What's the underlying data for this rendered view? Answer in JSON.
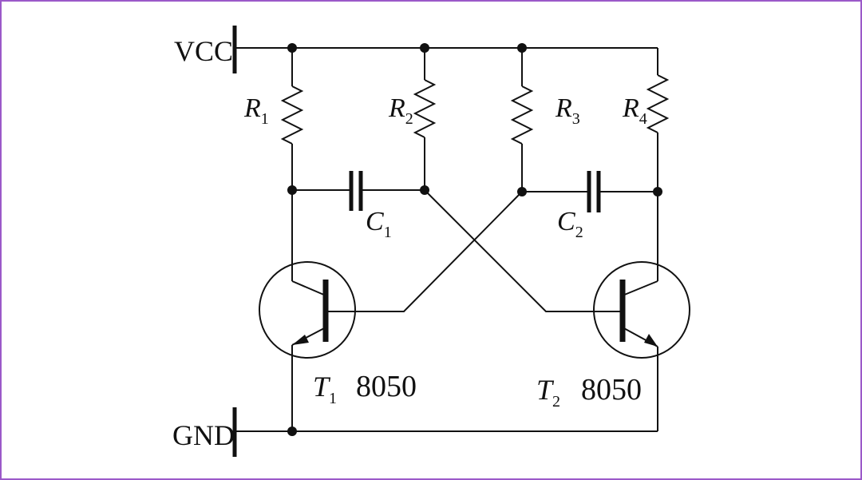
{
  "rails": {
    "vcc": "VCC",
    "gnd": "GND"
  },
  "resistors": [
    {
      "letter": "R",
      "sub": "1"
    },
    {
      "letter": "R",
      "sub": "2"
    },
    {
      "letter": "R",
      "sub": "3"
    },
    {
      "letter": "R",
      "sub": "4"
    }
  ],
  "capacitors": [
    {
      "letter": "C",
      "sub": "1"
    },
    {
      "letter": "C",
      "sub": "2"
    }
  ],
  "transistors": [
    {
      "letter": "T",
      "sub": "1",
      "part": "8050"
    },
    {
      "letter": "T",
      "sub": "2",
      "part": "8050"
    }
  ],
  "colors": {
    "line": "#111111",
    "border": "#9b59c9",
    "background": "#ffffff"
  }
}
